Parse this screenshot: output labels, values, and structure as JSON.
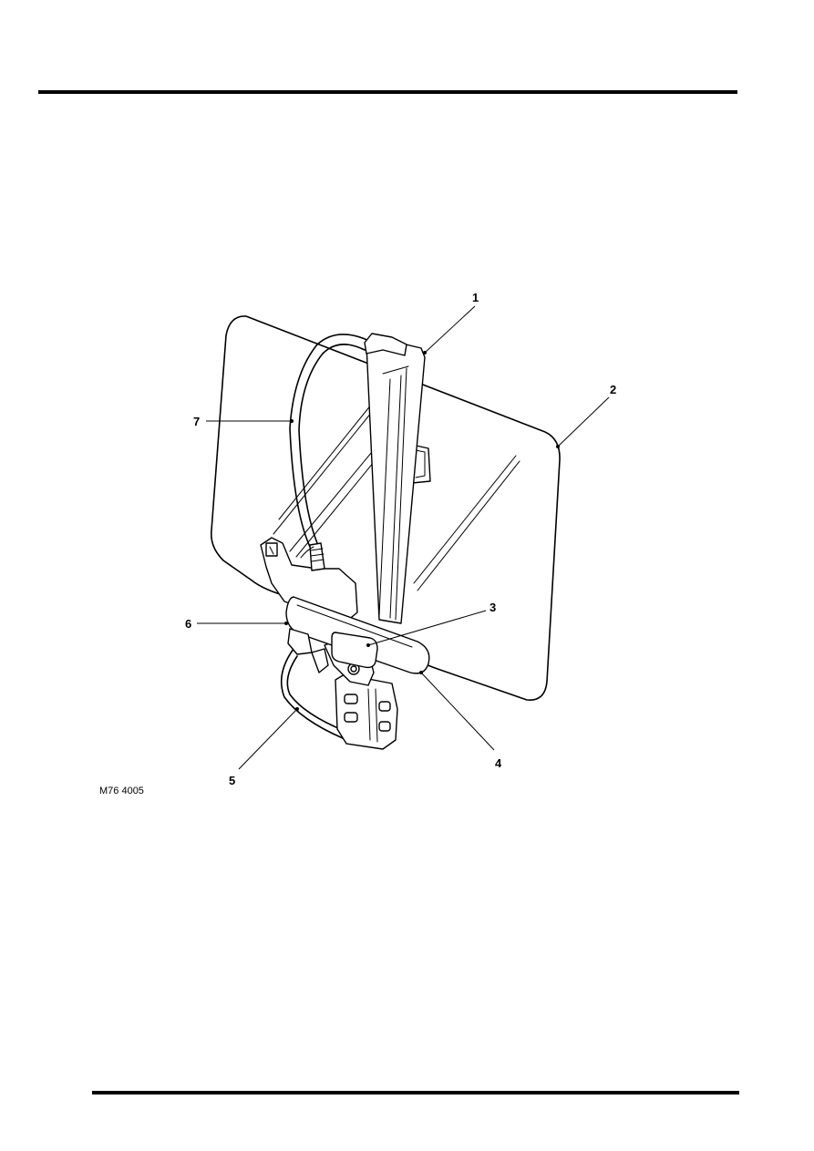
{
  "figure": {
    "reference": "M76 4005",
    "callouts": [
      {
        "id": "c1",
        "label": "1"
      },
      {
        "id": "c2",
        "label": "2"
      },
      {
        "id": "c3",
        "label": "3"
      },
      {
        "id": "c4",
        "label": "4"
      },
      {
        "id": "c5",
        "label": "5"
      },
      {
        "id": "c6",
        "label": "6"
      },
      {
        "id": "c7",
        "label": "7"
      }
    ]
  }
}
